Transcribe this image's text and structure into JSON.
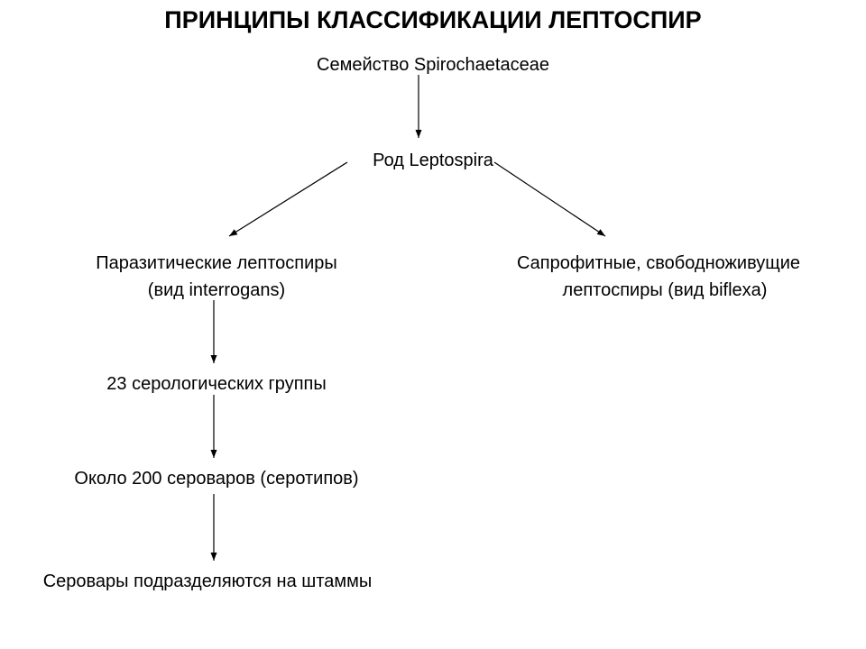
{
  "title": "ПРИНЦИПЫ КЛАССИФИКАЦИИ ЛЕПТОСПИР",
  "nodes": {
    "family": "Семейство Spirochaetaceae",
    "genus": "Род Leptospira",
    "parasitic": {
      "line1": "Паразитические лептоспиры",
      "line2": "(вид interrogans)"
    },
    "saprophytic": {
      "line1": "Сапрофитные, свободноживущие",
      "line2": "лептоспиры (вид biflexa)"
    },
    "serogroups": "23 серологических группы",
    "serovars": "Около 200 сероваров (серотипов)",
    "strains": "Серовары подразделяются на штаммы"
  },
  "edges": [
    {
      "from": "family",
      "to": "genus"
    },
    {
      "from": "genus",
      "to": "parasitic"
    },
    {
      "from": "genus",
      "to": "saprophytic"
    },
    {
      "from": "parasitic",
      "to": "serogroups"
    },
    {
      "from": "serogroups",
      "to": "serovars"
    },
    {
      "from": "serovars",
      "to": "strains"
    }
  ]
}
